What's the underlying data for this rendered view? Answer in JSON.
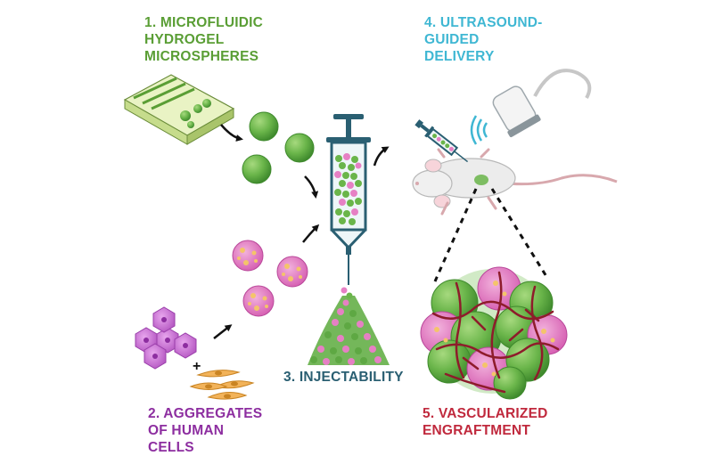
{
  "labels": {
    "step1": [
      "1. MICROFLUIDIC",
      "HYDROGEL",
      "MICROSPHERES"
    ],
    "step2": [
      "2. AGGREGATES",
      "OF HUMAN",
      "CELLS"
    ],
    "step3": [
      "3. INJECTABILITY"
    ],
    "step4": [
      "4. ULTRASOUND-",
      "GUIDED",
      "DELIVERY"
    ],
    "step5": [
      "5. VASCULARIZED",
      "ENGRAFTMENT"
    ],
    "plus": "+"
  },
  "colors": {
    "step1": "#5a9e35",
    "step2": "#8d2ea0",
    "step3": "#2a5f72",
    "step4": "#3fb7d3",
    "step5": "#c0293d",
    "sphere": "#6ab54a",
    "aggregate": "#e680c4",
    "vessel": "#8e1c2b"
  },
  "icons": [
    "microfluidic-chip-icon",
    "hydrogel-sphere-icon",
    "cell-aggregate-icon",
    "human-cells-icon",
    "fibroblast-icon",
    "syringe-icon",
    "injected-pile-icon",
    "mouse-icon",
    "ultrasound-probe-icon",
    "engraftment-cluster-icon",
    "arrow-icon"
  ]
}
